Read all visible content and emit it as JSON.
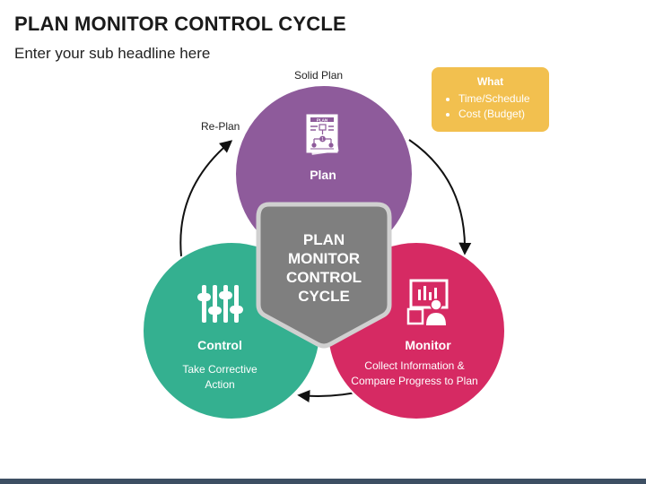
{
  "header": {
    "title": "PLAN MONITOR CONTROL CYCLE",
    "subtitle": "Enter your sub headline here"
  },
  "labels": {
    "solid_plan": "Solid Plan",
    "re_plan": "Re-Plan"
  },
  "info_box": {
    "heading": "What",
    "items": [
      "Time/Schedule",
      "Cost (Budget)"
    ]
  },
  "center": {
    "lines": [
      "PLAN",
      "MONITOR",
      "CONTROL",
      "CYCLE"
    ]
  },
  "circles": {
    "plan": {
      "title": "Plan",
      "icon_text": "PLAN",
      "icon_number": "1"
    },
    "control": {
      "title": "Control",
      "desc_lines": [
        "Take Corrective",
        "Action"
      ]
    },
    "monitor": {
      "title": "Monitor",
      "desc_lines": [
        "Collect Information &",
        "Compare Progress to Plan"
      ]
    }
  },
  "colors": {
    "plan": "#8e5b9b",
    "control": "#34b090",
    "monitor": "#d62a63",
    "center": "#7f7f7f",
    "info_box": "#f2c04f"
  }
}
